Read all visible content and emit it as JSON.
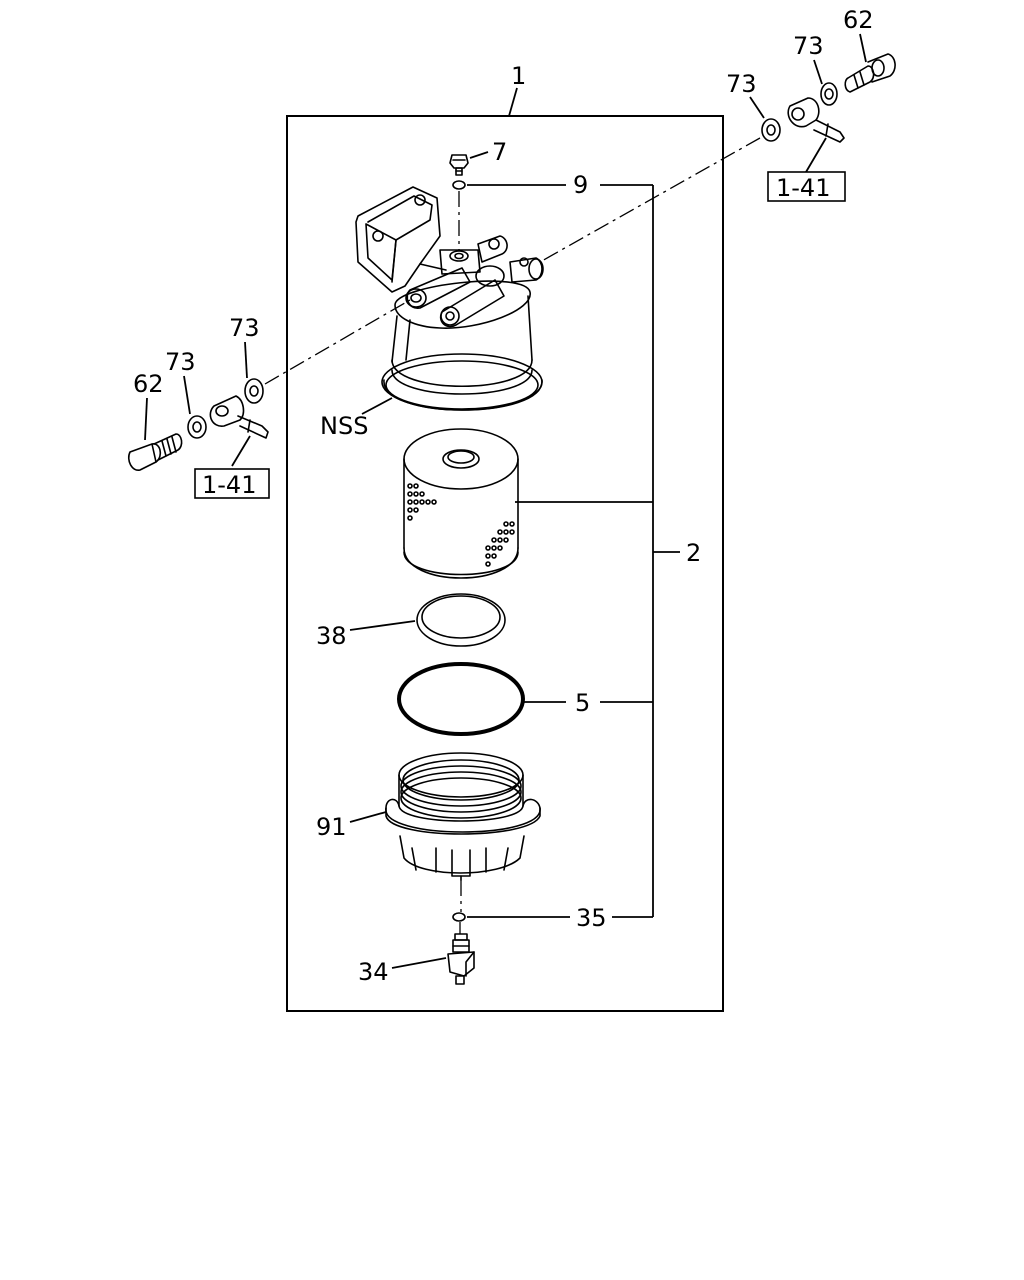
{
  "diagram": {
    "callouts": {
      "assembly": "1",
      "kit": "2",
      "plug": "7",
      "plug_seal": "9",
      "element": "NSS",
      "o_ring_small": "38",
      "o_ring_large": "5",
      "bowl": "91",
      "drain_seal": "35",
      "drain_valve": "34",
      "bolt_left": "62",
      "washer_left_outer": "73",
      "washer_left_inner": "73",
      "bolt_right": "62",
      "washer_right_outer": "73",
      "washer_right_inner": "73"
    },
    "refs": {
      "left": "1-41",
      "right": "1-41"
    }
  }
}
